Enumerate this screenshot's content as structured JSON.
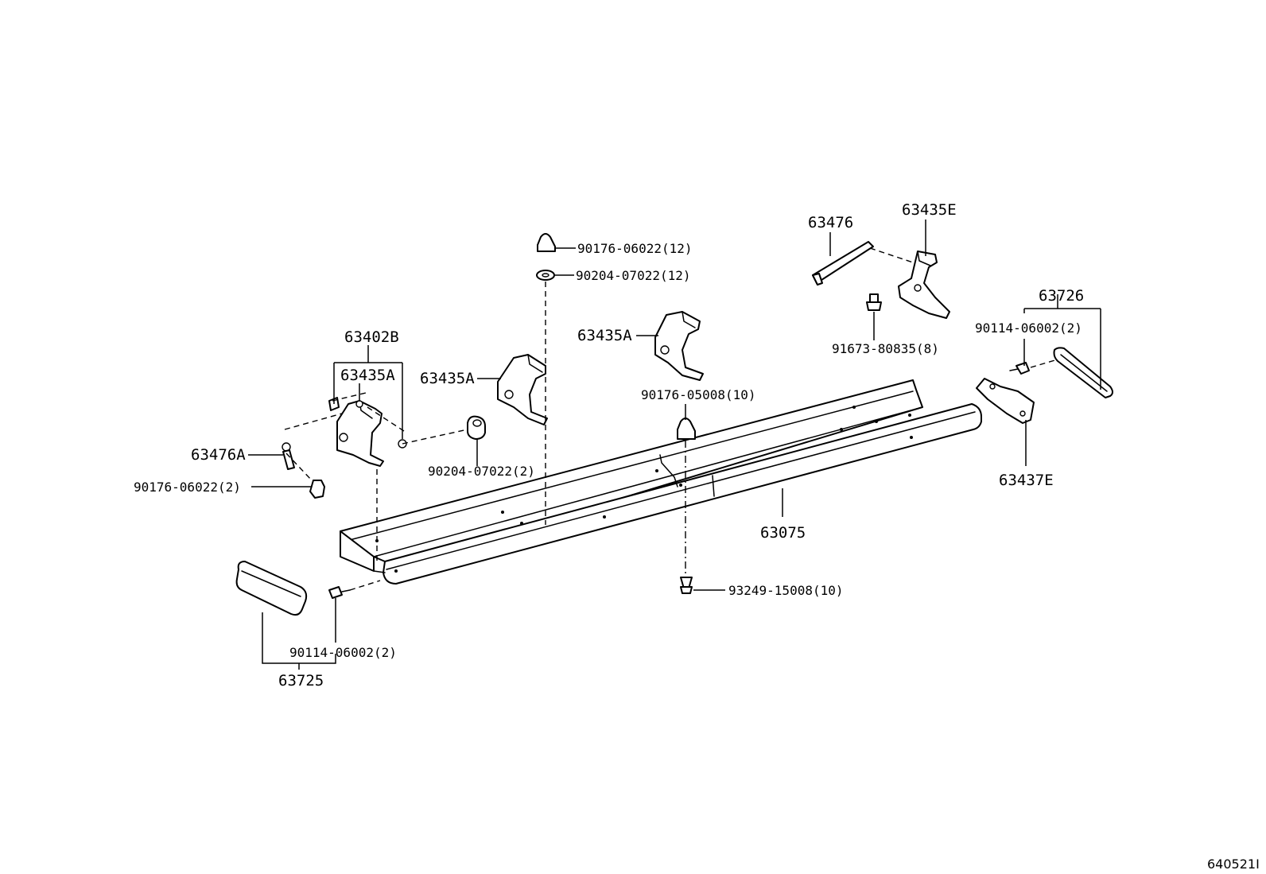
{
  "diagram_id": "640521I",
  "labels": {
    "p63402B": "63402B",
    "p63435A_left": "63435A",
    "p63476A": "63476A",
    "p90176_06022_2": "90176-06022(2)",
    "p63435A_mid": "63435A",
    "p90204_07022_2": "90204-07022(2)",
    "p90176_06022_12": "90176-06022(12)",
    "p90204_07022_12": "90204-07022(12)",
    "p63435A_right": "63435A",
    "p90176_05008_10": "90176-05008(10)",
    "p63476": "63476",
    "p63435E": "63435E",
    "p91673_80835_8": "91673-80835(8)",
    "p63726": "63726",
    "p90114_06002_2_right": "90114-06002(2)",
    "p63437E": "63437E",
    "p63075": "63075",
    "p93249_15008_10": "93249-15008(10)",
    "p90114_06002_2_left": "90114-06002(2)",
    "p63725": "63725"
  }
}
